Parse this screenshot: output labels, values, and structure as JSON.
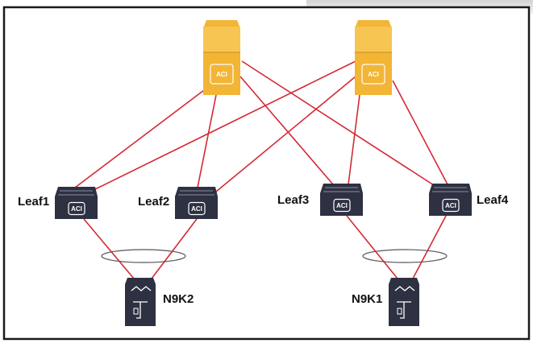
{
  "colors": {
    "link": "#d42a35",
    "spine": "#f2b536",
    "leaf": "#2e3142",
    "frame": "#1a1a1a"
  },
  "spines": [
    {
      "id": "spine1",
      "badge": "ACI",
      "icon": "aci-spine-switch-icon"
    },
    {
      "id": "spine2",
      "badge": "ACI",
      "icon": "aci-spine-switch-icon"
    }
  ],
  "leaves": [
    {
      "label": "Leaf1",
      "badge": "ACI"
    },
    {
      "label": "Leaf2",
      "badge": "ACI"
    },
    {
      "label": "Leaf3",
      "badge": "ACI"
    },
    {
      "label": "Leaf4",
      "badge": "ACI"
    }
  ],
  "hosts": [
    {
      "label": "N9K2",
      "icon": "nexus-switch-icon"
    },
    {
      "label": "N9K1",
      "icon": "nexus-switch-icon"
    }
  ],
  "links": [
    [
      "spine1",
      "Leaf1"
    ],
    [
      "spine1",
      "Leaf2"
    ],
    [
      "spine1",
      "Leaf3"
    ],
    [
      "spine1",
      "Leaf4"
    ],
    [
      "spine2",
      "Leaf1"
    ],
    [
      "spine2",
      "Leaf2"
    ],
    [
      "spine2",
      "Leaf3"
    ],
    [
      "spine2",
      "Leaf4"
    ],
    [
      "Leaf1",
      "N9K2"
    ],
    [
      "Leaf2",
      "N9K2"
    ],
    [
      "Leaf3",
      "N9K1"
    ],
    [
      "Leaf4",
      "N9K1"
    ]
  ],
  "port_channels": [
    [
      "Leaf1",
      "Leaf2",
      "N9K2"
    ],
    [
      "Leaf3",
      "Leaf4",
      "N9K1"
    ]
  ]
}
